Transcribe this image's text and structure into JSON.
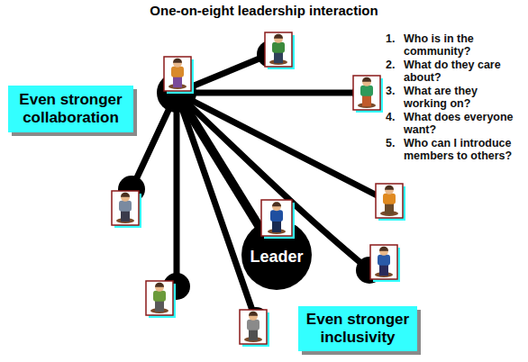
{
  "diagram": {
    "title": "One-on-eight leadership interaction",
    "nodes": [
      {
        "text": [
          "Even stronger collaboration"
        ]
      },
      {
        "text": [
          "Leader"
        ]
      },
      {
        "text": [
          "Even stronger inclusivity"
        ]
      }
    ],
    "labels": [
      "1.",
      "Who is in the community?",
      "2.",
      "What do they care about?",
      "3.",
      "What are they working on?",
      "4.",
      "What does everyone want?",
      "5.",
      "Who can I introduce members to others?"
    ]
  }
}
